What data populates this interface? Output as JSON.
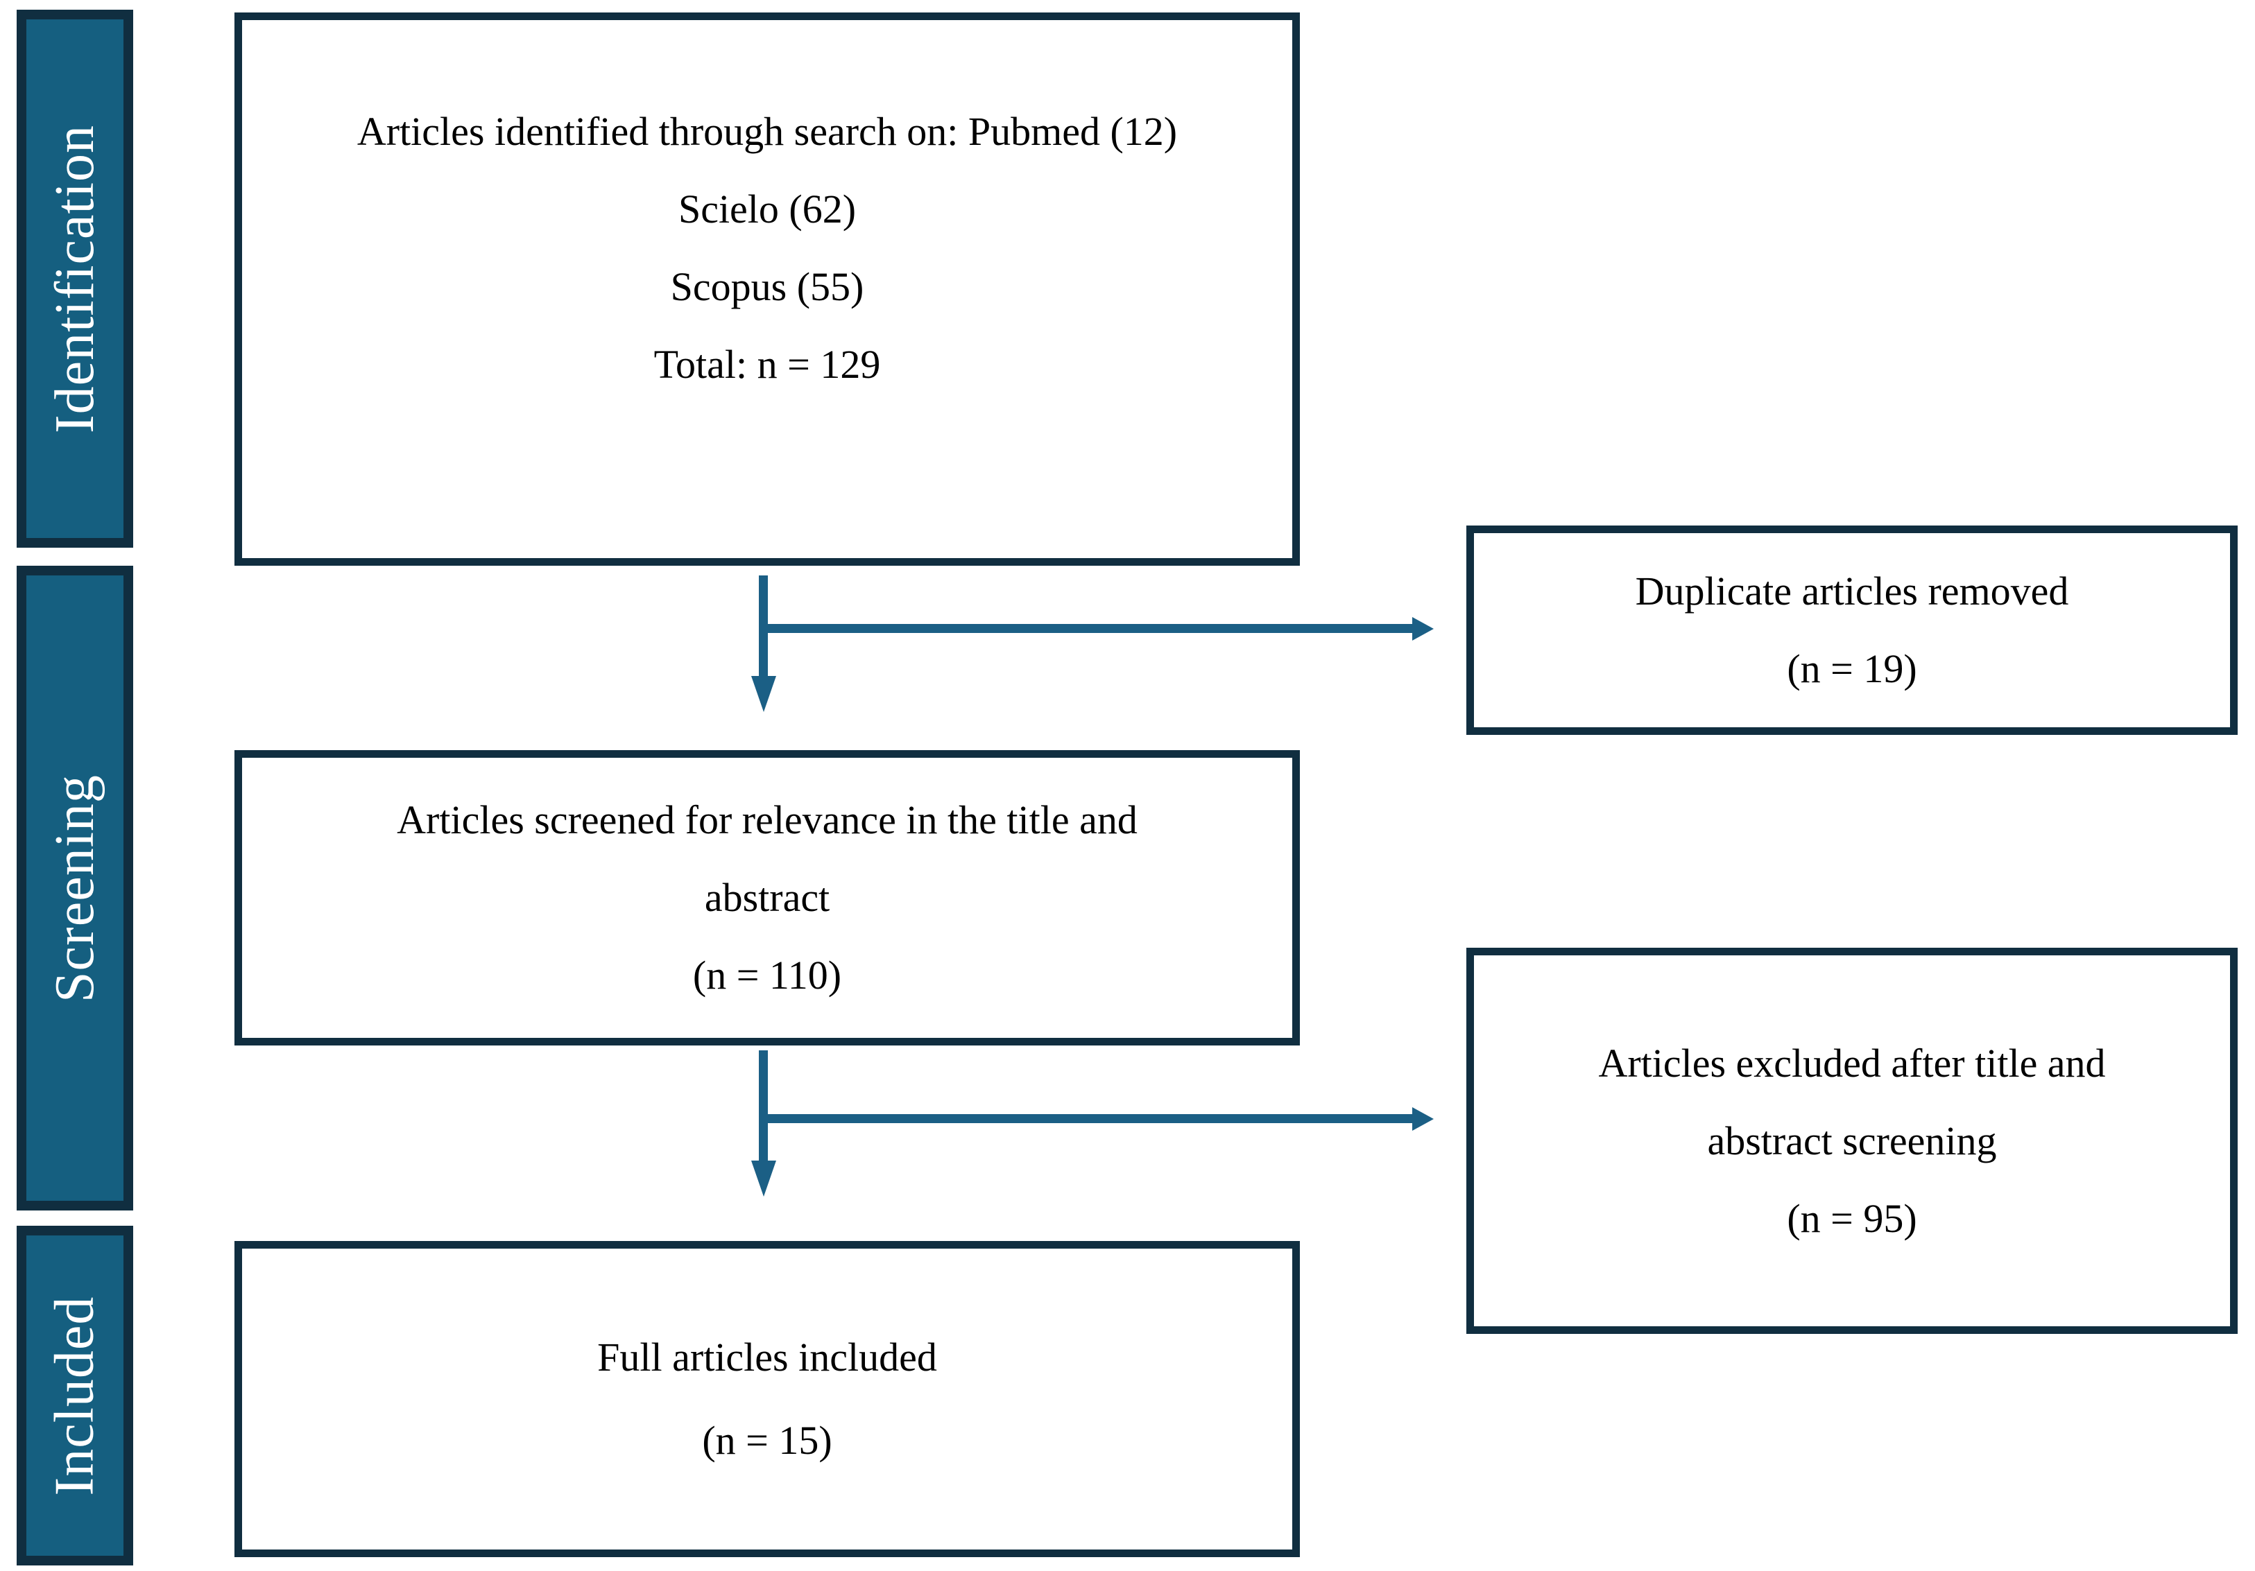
{
  "diagram": {
    "title": "PRISMA article selection flow diagram",
    "stages": [
      {
        "label": "Identification"
      },
      {
        "label": "Screening"
      },
      {
        "label": "Included"
      }
    ],
    "boxes": {
      "identified": {
        "lines": [
          "Articles identified through search on: Pubmed (12)",
          "Scielo (62)",
          "Scopus (55)",
          "Total: n = 129"
        ]
      },
      "screened": {
        "lines": [
          "Articles screened for relevance in the title and",
          "abstract",
          "(n = 110)"
        ]
      },
      "included": {
        "lines": [
          "Full articles included",
          "(n = 15)"
        ]
      },
      "duplicates": {
        "lines": [
          "Duplicate articles removed",
          "(n = 19)"
        ]
      },
      "excluded": {
        "lines": [
          "Articles excluded after title and",
          "abstract screening",
          "(n = 95)"
        ]
      }
    },
    "colors": {
      "stage_fill": "#155F80",
      "border": "#102E40",
      "arrow": "#1B5F85",
      "stage_text": "#FFFFFF",
      "box_text": "#000000"
    }
  }
}
